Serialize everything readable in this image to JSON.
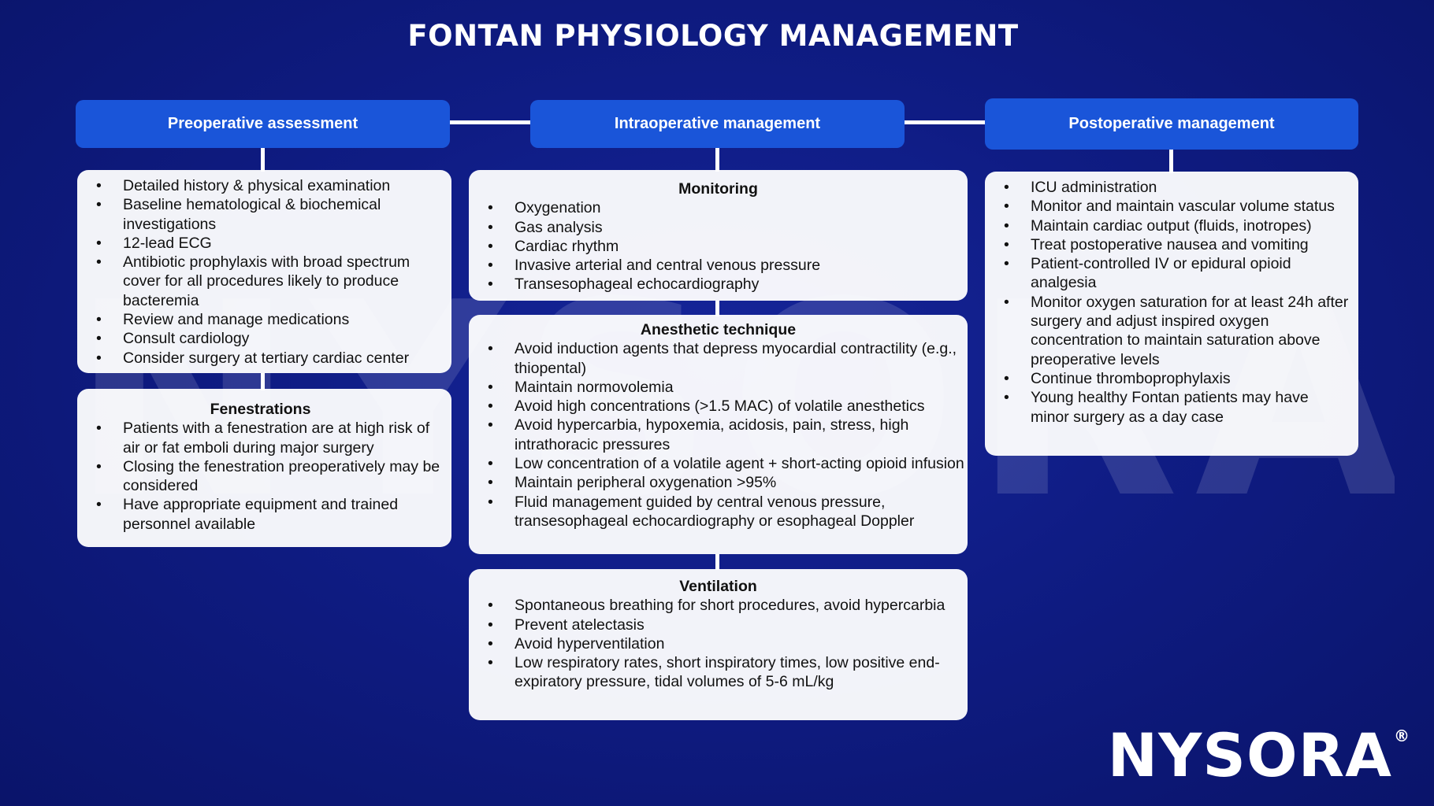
{
  "title": "FONTAN PHYSIOLOGY MANAGEMENT",
  "watermark": "NYSORA",
  "logo": {
    "text": "NYSORA",
    "mark": "®"
  },
  "colors": {
    "background": "#0f1c84",
    "header": "#1a55d9",
    "box": "#ffffff"
  },
  "columns": {
    "preoperative": {
      "header": "Preoperative assessment",
      "main_items": [
        "Detailed history & physical examination",
        "Baseline hematological & biochemical investigations",
        "12-lead ECG",
        "Antibiotic prophylaxis with broad spectrum cover for all procedures likely to produce bacteremia",
        "Review and manage medications",
        "Consult cardiology",
        "Consider surgery at tertiary cardiac center"
      ],
      "fenestrations": {
        "heading": "Fenestrations",
        "items": [
          "Patients with a fenestration are at high risk of air or fat emboli during major surgery",
          "Closing the fenestration preoperatively may be considered",
          "Have appropriate equipment and trained personnel available"
        ]
      }
    },
    "intraoperative": {
      "header": "Intraoperative management",
      "monitoring": {
        "heading": "Monitoring",
        "items": [
          "Oxygenation",
          "Gas analysis",
          "Cardiac rhythm",
          "Invasive arterial and central venous pressure",
          "Transesophageal echocardiography"
        ]
      },
      "anesthetic": {
        "heading": "Anesthetic technique",
        "items": [
          "Avoid induction agents that depress myocardial contractility (e.g., thiopental)",
          "Maintain normovolemia",
          "Avoid high concentrations (>1.5 MAC) of volatile anesthetics",
          "Avoid hypercarbia, hypoxemia, acidosis, pain, stress,  high intrathoracic pressures",
          "Low concentration of a volatile agent + short-acting opioid infusion",
          "Maintain peripheral oxygenation >95%",
          "Fluid management guided by central venous pressure, transesophageal echocardiography or esophageal Doppler"
        ]
      },
      "ventilation": {
        "heading": "Ventilation",
        "items": [
          "Spontaneous breathing for short procedures, avoid hypercarbia",
          "Prevent atelectasis",
          "Avoid hyperventilation",
          "Low respiratory rates, short inspiratory times, low positive end-expiratory pressure, tidal volumes of 5-6 mL/kg"
        ]
      }
    },
    "postoperative": {
      "header": "Postoperative management",
      "items": [
        "ICU administration",
        "Monitor and maintain vascular volume status",
        "Maintain cardiac output (fluids, inotropes)",
        "Treat postoperative nausea and vomiting",
        "Patient-controlled IV or epidural opioid analgesia",
        "Monitor oxygen saturation for at least 24h after surgery and adjust inspired oxygen concentration to maintain saturation above preoperative levels",
        "Continue thromboprophylaxis",
        "Young healthy Fontan patients may have minor surgery as a day case"
      ]
    }
  }
}
